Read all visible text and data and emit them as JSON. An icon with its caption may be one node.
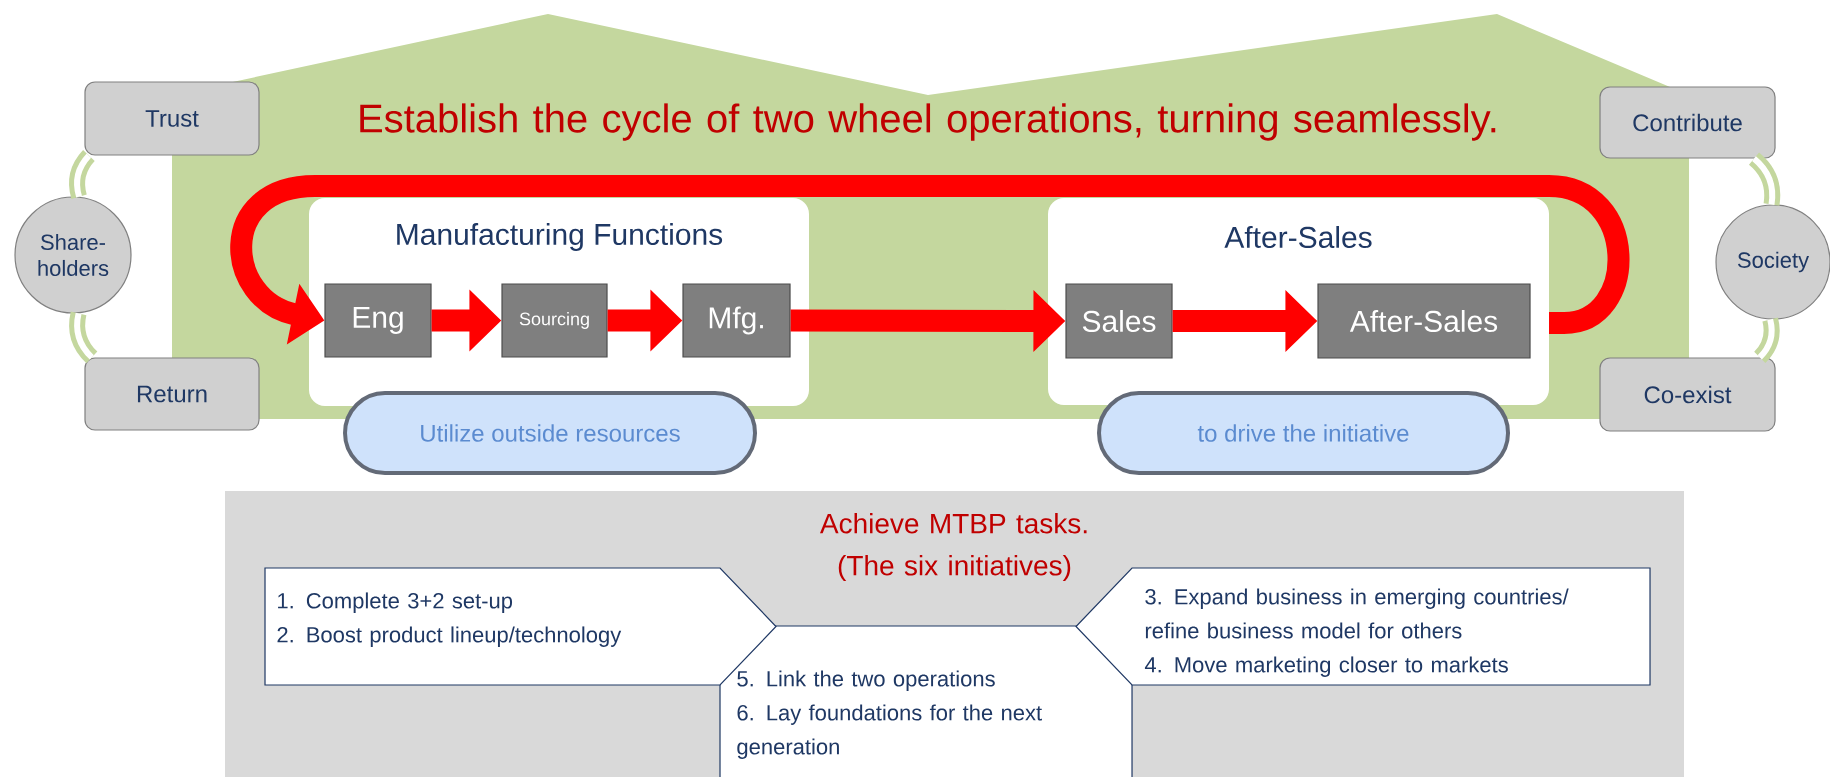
{
  "diagram": {
    "nodes": [
      {
        "text": [
          "Establish the cycle of two wheel operations, turning seamlessly."
        ]
      },
      {
        "text": [
          "Manufacturing Functions"
        ],
        "in": 0
      },
      {
        "text": [
          "Eng"
        ],
        "in": 1
      },
      {
        "text": [
          "Sourcing"
        ],
        "in": 1
      },
      {
        "text": [
          "Mfg."
        ],
        "in": 1
      },
      {
        "text": [
          "After-Sales"
        ],
        "in": 0
      },
      {
        "text": [
          "Sales"
        ],
        "in": 5
      },
      {
        "text": [
          "After-Sales"
        ],
        "in": 5
      },
      {
        "text": [
          "Utilize outside resources"
        ]
      },
      {
        "text": [
          "to drive the initiative"
        ]
      },
      {
        "text": [
          "Trust"
        ]
      },
      {
        "text": [
          "Share- holders"
        ]
      },
      {
        "text": [
          "Return"
        ]
      },
      {
        "text": [
          "Contribute"
        ]
      },
      {
        "text": [
          "Society"
        ]
      },
      {
        "text": [
          "Co-exist"
        ]
      },
      {
        "text": [
          "Achieve MTBP tasks. (The six initiatives)"
        ]
      },
      {
        "text": [
          "1. Complete 3+2 set-up",
          "2. Boost product lineup/technology"
        ],
        "in": 16
      },
      {
        "text": [
          "5. Link the two operations",
          "6. Lay foundations for the next generation"
        ],
        "in": 16
      },
      {
        "text": [
          "3. Expand business in emerging countries/ refine business model for others",
          "4. Move marketing closer to markets"
        ],
        "in": 16
      }
    ],
    "edges": [
      {
        "from": 2,
        "to": 3,
        "arrow": "to"
      },
      {
        "from": 3,
        "to": 4,
        "arrow": "to"
      },
      {
        "from": 4,
        "to": 6,
        "arrow": "to"
      },
      {
        "from": 6,
        "to": 7,
        "arrow": "to"
      },
      {
        "from": 5,
        "to": 2,
        "arrow": "to"
      },
      {
        "from": 10,
        "to": 11,
        "arrow": "none",
        "color": "#c4d79e"
      },
      {
        "from": 11,
        "to": 12,
        "arrow": "none",
        "color": "#c4d79e"
      },
      {
        "from": 13,
        "to": 14,
        "arrow": "none",
        "color": "#c4d79e"
      },
      {
        "from": 14,
        "to": 15,
        "arrow": "none",
        "color": "#c4d79e"
      }
    ]
  }
}
